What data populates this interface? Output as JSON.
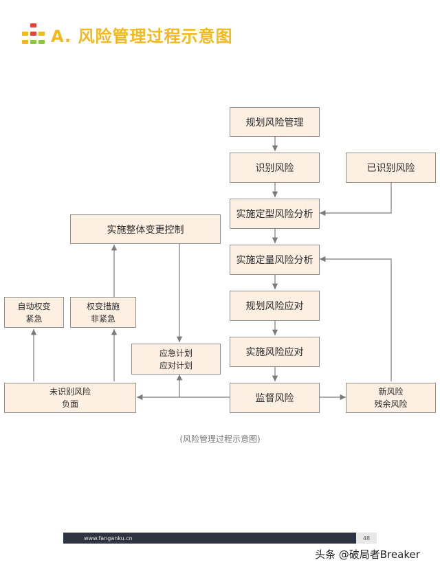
{
  "header": {
    "title": "A. 风险管理过程示意图",
    "logo_icon": "org-chart-icon",
    "title_color": "#f2b81c"
  },
  "diagram": {
    "nodes": {
      "plan_risk_mgmt": [
        "规划风险管理"
      ],
      "identify_risk": [
        "识别风险"
      ],
      "identified_risk": [
        "已识别风险"
      ],
      "qualitative_analysis": [
        "实施定型风险分析"
      ],
      "overall_change_control": [
        "实施整体变更控制"
      ],
      "quantitative_analysis": [
        "实施定量风险分析"
      ],
      "auto_change_urgent": [
        "自动权变",
        "紧急"
      ],
      "change_measures_nonurgent": [
        "权变措施",
        "非紧急"
      ],
      "plan_risk_response": [
        "规划风险应对"
      ],
      "contingency_plan": [
        "应急计划",
        "应对计划"
      ],
      "implement_risk_response": [
        "实施风险应对"
      ],
      "unidentified_risk": [
        "未识别风险",
        "负面"
      ],
      "monitor_risk": [
        "监督风险"
      ],
      "new_residual_risk": [
        "新风险",
        "残余风险"
      ]
    },
    "colors": {
      "node_fill": "#fdf0e2",
      "node_border": "#8e8e8e",
      "connector": "#7a7a7a"
    }
  },
  "caption": "(风险管理过程示意图)",
  "footer": {
    "url": "www.fanganku.cn",
    "page_number": "48"
  },
  "watermark": "头条 @破局者Breaker"
}
